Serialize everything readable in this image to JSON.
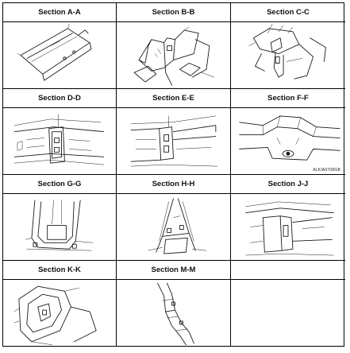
{
  "sections": [
    {
      "label": "Section A-A",
      "icon": "section-a-a-drawing"
    },
    {
      "label": "Section B-B",
      "icon": "section-b-b-drawing"
    },
    {
      "label": "Section C-C",
      "icon": "section-c-c-drawing"
    },
    {
      "label": "Section D-D",
      "icon": "section-d-d-drawing"
    },
    {
      "label": "Section E-E",
      "icon": "section-e-e-drawing"
    },
    {
      "label": "Section F-F",
      "icon": "section-f-f-drawing"
    },
    {
      "label": "Section G-G",
      "icon": "section-g-g-drawing"
    },
    {
      "label": "Section H-H",
      "icon": "section-h-h-drawing"
    },
    {
      "label": "Section J-J",
      "icon": "section-j-j-drawing"
    },
    {
      "label": "Section  K-K",
      "icon": "section-k-k-drawing"
    },
    {
      "label": "Section M-M",
      "icon": "section-m-m-drawing"
    },
    {
      "label": "",
      "icon": ""
    }
  ],
  "figure_code": "ALKIA0708GB"
}
